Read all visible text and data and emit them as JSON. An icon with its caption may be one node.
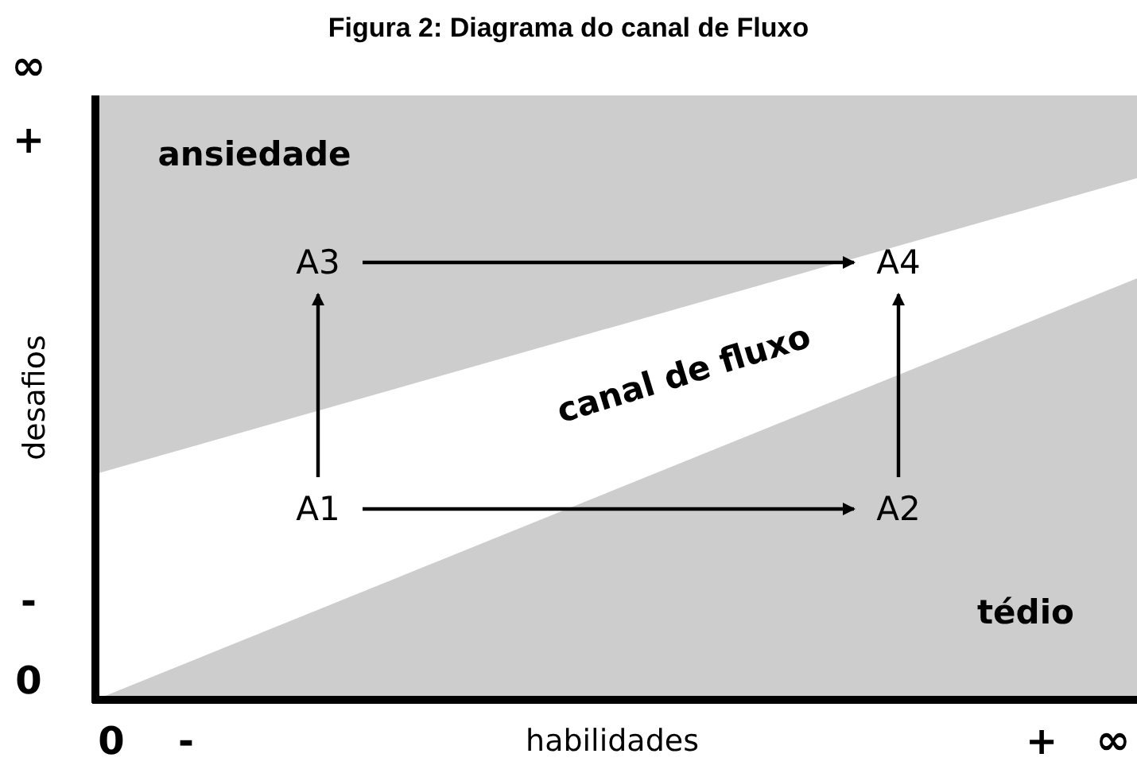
{
  "diagram": {
    "title": "Figura 2:  Diagrama do canal de Fluxo",
    "nodes": [
      {
        "text": [
          "A3"
        ]
      },
      {
        "text": [
          "A4"
        ]
      },
      {
        "text": [
          "A1"
        ]
      },
      {
        "text": [
          "A2"
        ]
      }
    ],
    "edges": [
      {
        "from": 0,
        "to": 1,
        "arrow": "to"
      },
      {
        "from": 2,
        "to": 0,
        "arrow": "to"
      },
      {
        "from": 3,
        "to": 1,
        "arrow": "to"
      },
      {
        "from": 2,
        "to": 3,
        "arrow": "to"
      }
    ],
    "labels": [
      "∞",
      "+",
      "ansiedade",
      "desafios",
      "canal de fluxo",
      "-",
      "tédio",
      "0",
      "0",
      "-",
      "habilidades",
      "+",
      "∞"
    ]
  }
}
